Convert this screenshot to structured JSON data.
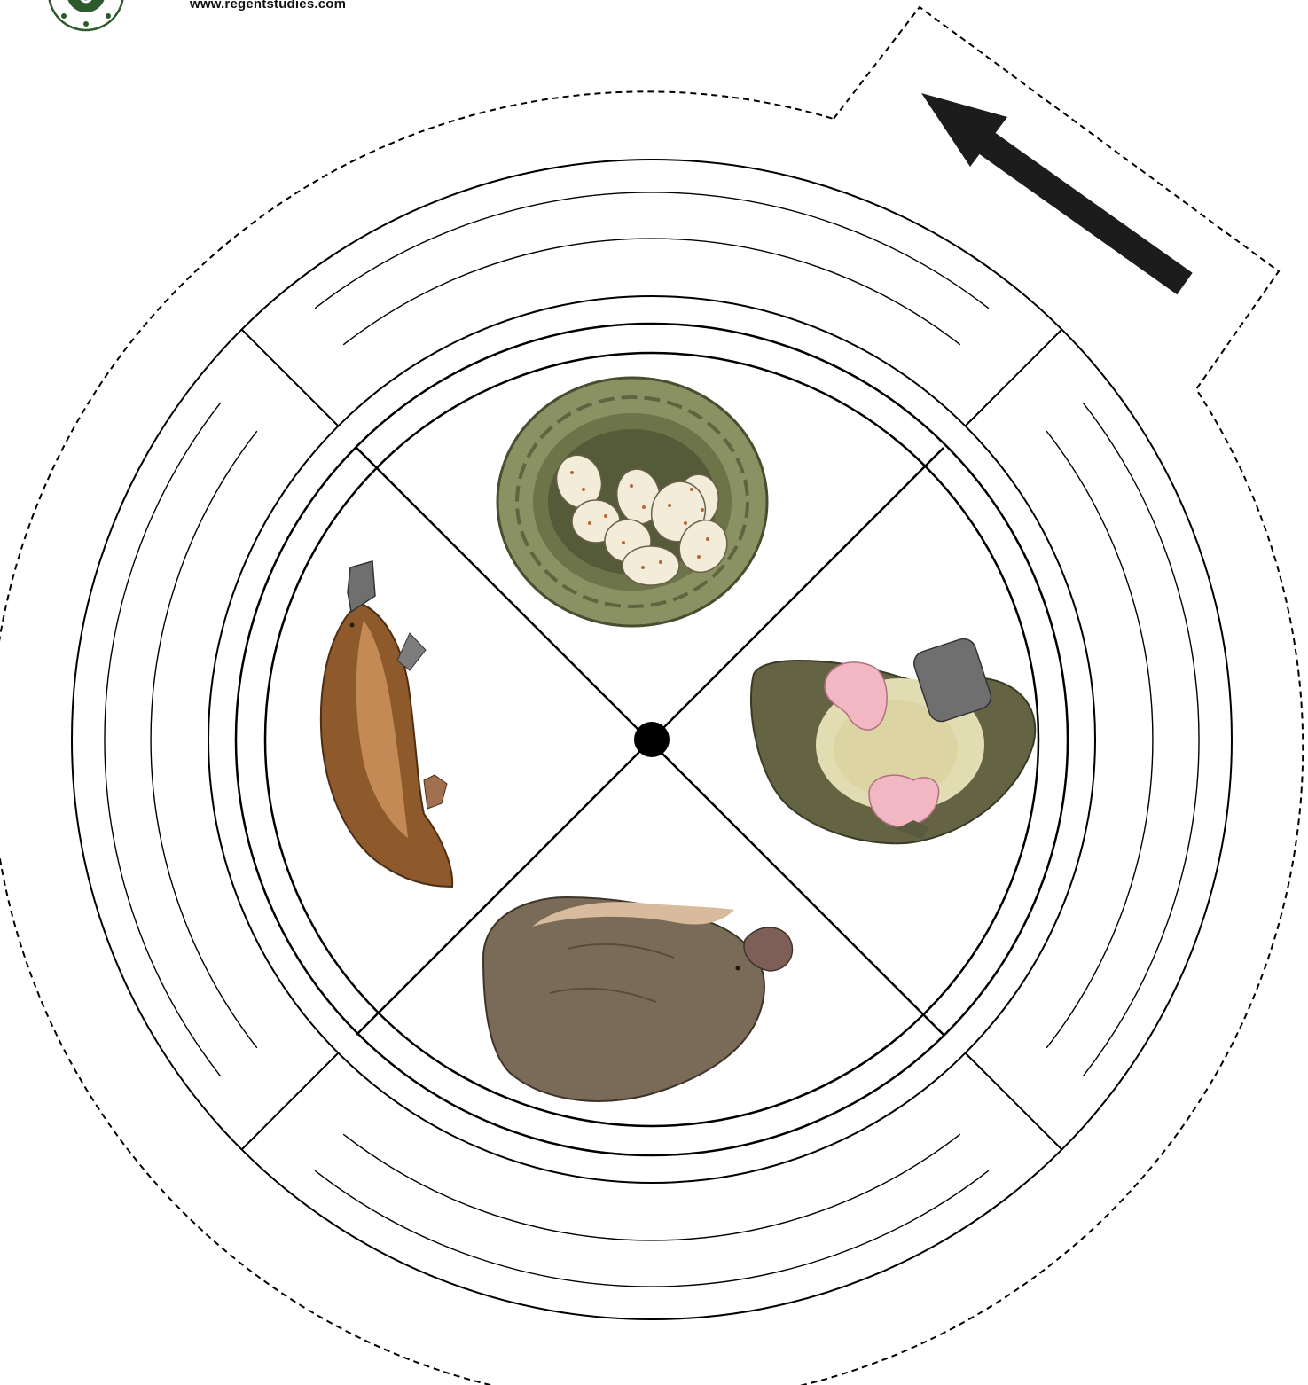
{
  "header": {
    "website": "www.regentstudies.com",
    "logo_icon": "regent-studies-badge-icon"
  },
  "diagram": {
    "kind": "life-cycle-wheel",
    "segments": [
      {
        "id": "top",
        "icon": "nest-with-eggs-icon",
        "text": ""
      },
      {
        "id": "right",
        "icon": "platypus-mother-with-young-icon",
        "text": ""
      },
      {
        "id": "bottom",
        "icon": "curled-platypus-icon",
        "text": ""
      },
      {
        "id": "left",
        "icon": "adult-platypus-icon",
        "text": ""
      }
    ],
    "pointer_icon": "arrow-up-left-icon"
  },
  "colors": {
    "line": "#000000",
    "nest": "#8a9162",
    "egg": "#f2ecd8",
    "egg_speckle": "#b4683a",
    "platypus_brown": "#8e5a2b",
    "platypus_olive": "#646445",
    "platypus_belly": "#e2dcb2",
    "baby_pink": "#f1b7c2",
    "bill_grey": "#6f6f6f",
    "curled_brown": "#7a6a58"
  }
}
